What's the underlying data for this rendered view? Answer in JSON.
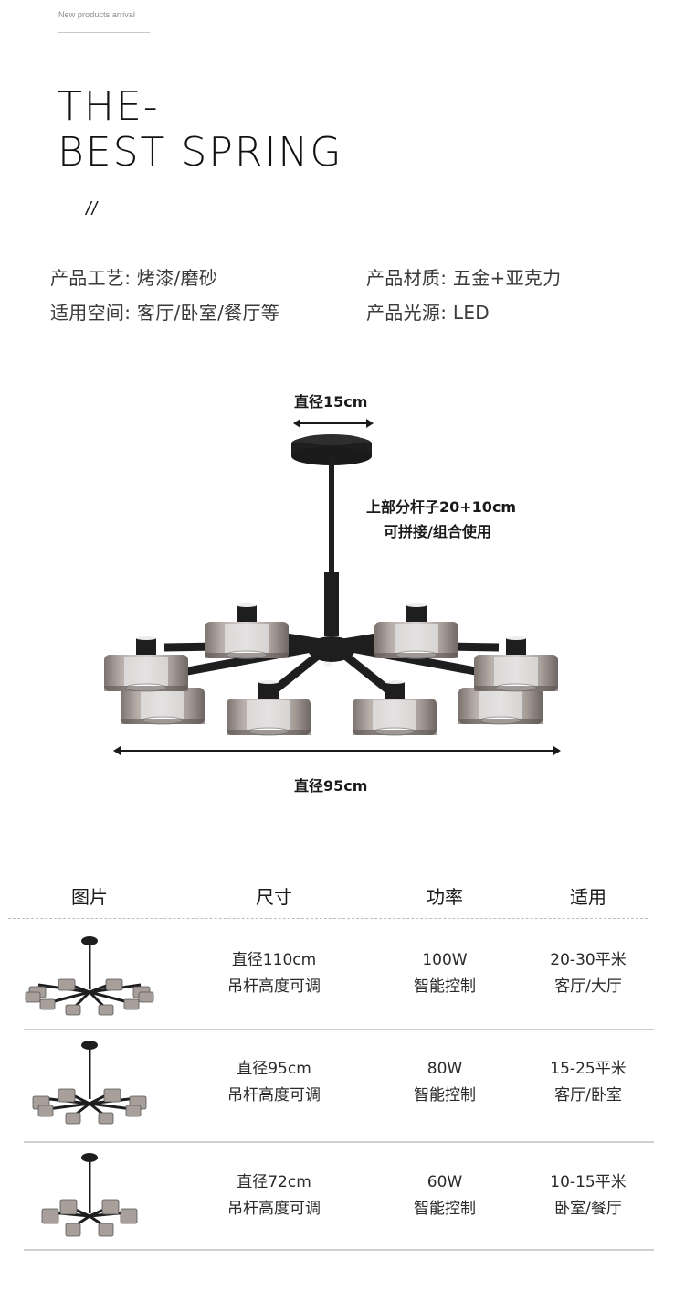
{
  "header": {
    "eyebrow": "New products arrival",
    "headline_line1": "THE-",
    "headline_line2": "BEST SPRING",
    "slashes": "//"
  },
  "specs": [
    {
      "label": "产品工艺:",
      "value": " 烤漆/磨砂"
    },
    {
      "label": "产品材质:",
      "value": " 五金+亚克力"
    },
    {
      "label": "适用空间:",
      "value": " 客厅/卧室/餐厅等"
    },
    {
      "label": "产品光源:",
      "value": " LED"
    }
  ],
  "diagram": {
    "canopy_diameter": "直径15cm",
    "rod_line1": "上部分杆子20+10cm",
    "rod_line2": "可拼接/组合使用",
    "overall_diameter": "直径95cm",
    "colors": {
      "metal": "#1e1e1e",
      "shade": "#9a908c",
      "glass": "#dcdcdc"
    }
  },
  "table": {
    "headers": [
      "图片",
      "尺寸",
      "功率",
      "适用"
    ],
    "rows": [
      {
        "size": "直径110cm",
        "rod": "吊杆高度可调",
        "power": "100W",
        "control": "智能控制",
        "area": "20-30平米",
        "rooms": "客厅/大厅"
      },
      {
        "size": "直径95cm",
        "rod": "吊杆高度可调",
        "power": "80W",
        "control": "智能控制",
        "area": "15-25平米",
        "rooms": "客厅/卧室"
      },
      {
        "size": "直径72cm",
        "rod": "吊杆高度可调",
        "power": "60W",
        "control": "智能控制",
        "area": "10-15平米",
        "rooms": "卧室/餐厅"
      }
    ]
  }
}
